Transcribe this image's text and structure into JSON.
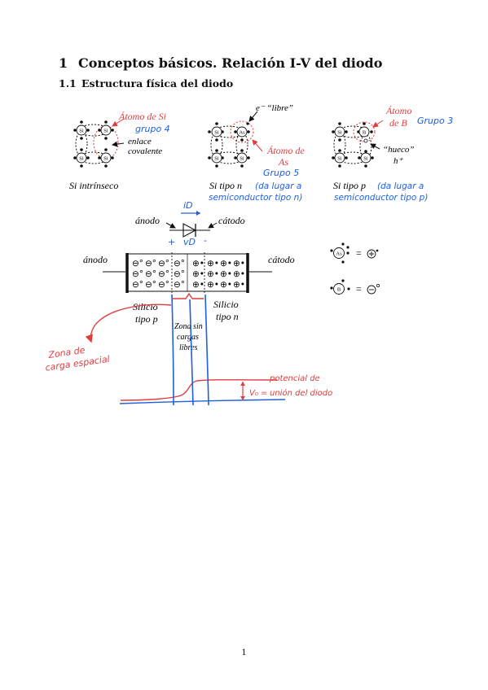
{
  "section": {
    "number": "1",
    "title": "Conceptos básicos. Relación I-V del diodo"
  },
  "subsection": {
    "number": "1.1",
    "title": "Estructura física del diodo"
  },
  "atoms": {
    "si_symbol": "Si",
    "as_symbol": "As",
    "b_symbol": "B"
  },
  "lattice_si": {
    "atom_label": "Átomo de Si",
    "group_label": "grupo 4",
    "bond_label_1": "enlace",
    "bond_label_2": "covalente",
    "caption": "Si intrínseco"
  },
  "lattice_n": {
    "electron_label": "e⁻ “libre”",
    "atom_label_1": "Átomo de",
    "atom_label_2": "As",
    "group_label": "Grupo 5",
    "caption": "Si tipo n",
    "note_1": "(da lugar a",
    "note_2": "semiconductor tipo n)"
  },
  "lattice_p": {
    "atom_label_1": "Átomo",
    "atom_label_2": "de B",
    "group_label": "Grupo 3",
    "hole_label": "“hueco”",
    "hole_symbol": "h⁺",
    "caption": "Si tipo p",
    "note_1": "(da lugar a",
    "note_2": "semiconductor tipo p)"
  },
  "diode_symbol": {
    "current_label": "iD",
    "anode_label": "ánodo",
    "cathode_label": "cátodo",
    "plus_sign": "+",
    "minus_sign": "-",
    "voltage_label": "vD"
  },
  "junction": {
    "anode_label": "ánodo",
    "cathode_label": "cátodo",
    "p_label_1": "Silicio",
    "p_label_2": "tipo p",
    "n_label_1": "Silicio",
    "n_label_2": "tipo n",
    "zone_label_1": "Zona sin",
    "zone_label_2": "cargas",
    "zone_label_3": "libres",
    "p_ion": "⊖°",
    "n_ion": "⊕•"
  },
  "equivalences": {
    "equals": "="
  },
  "annotations": {
    "space_charge_1": "Zona de",
    "space_charge_2": "carga espacial",
    "potential_1": "potencial de",
    "potential_2": "unión del diodo",
    "v0_label": "V₀ ="
  },
  "colors": {
    "red": "#e03c3c",
    "blue": "#1f5fe0",
    "ink": "#111111"
  },
  "page_number": "1"
}
